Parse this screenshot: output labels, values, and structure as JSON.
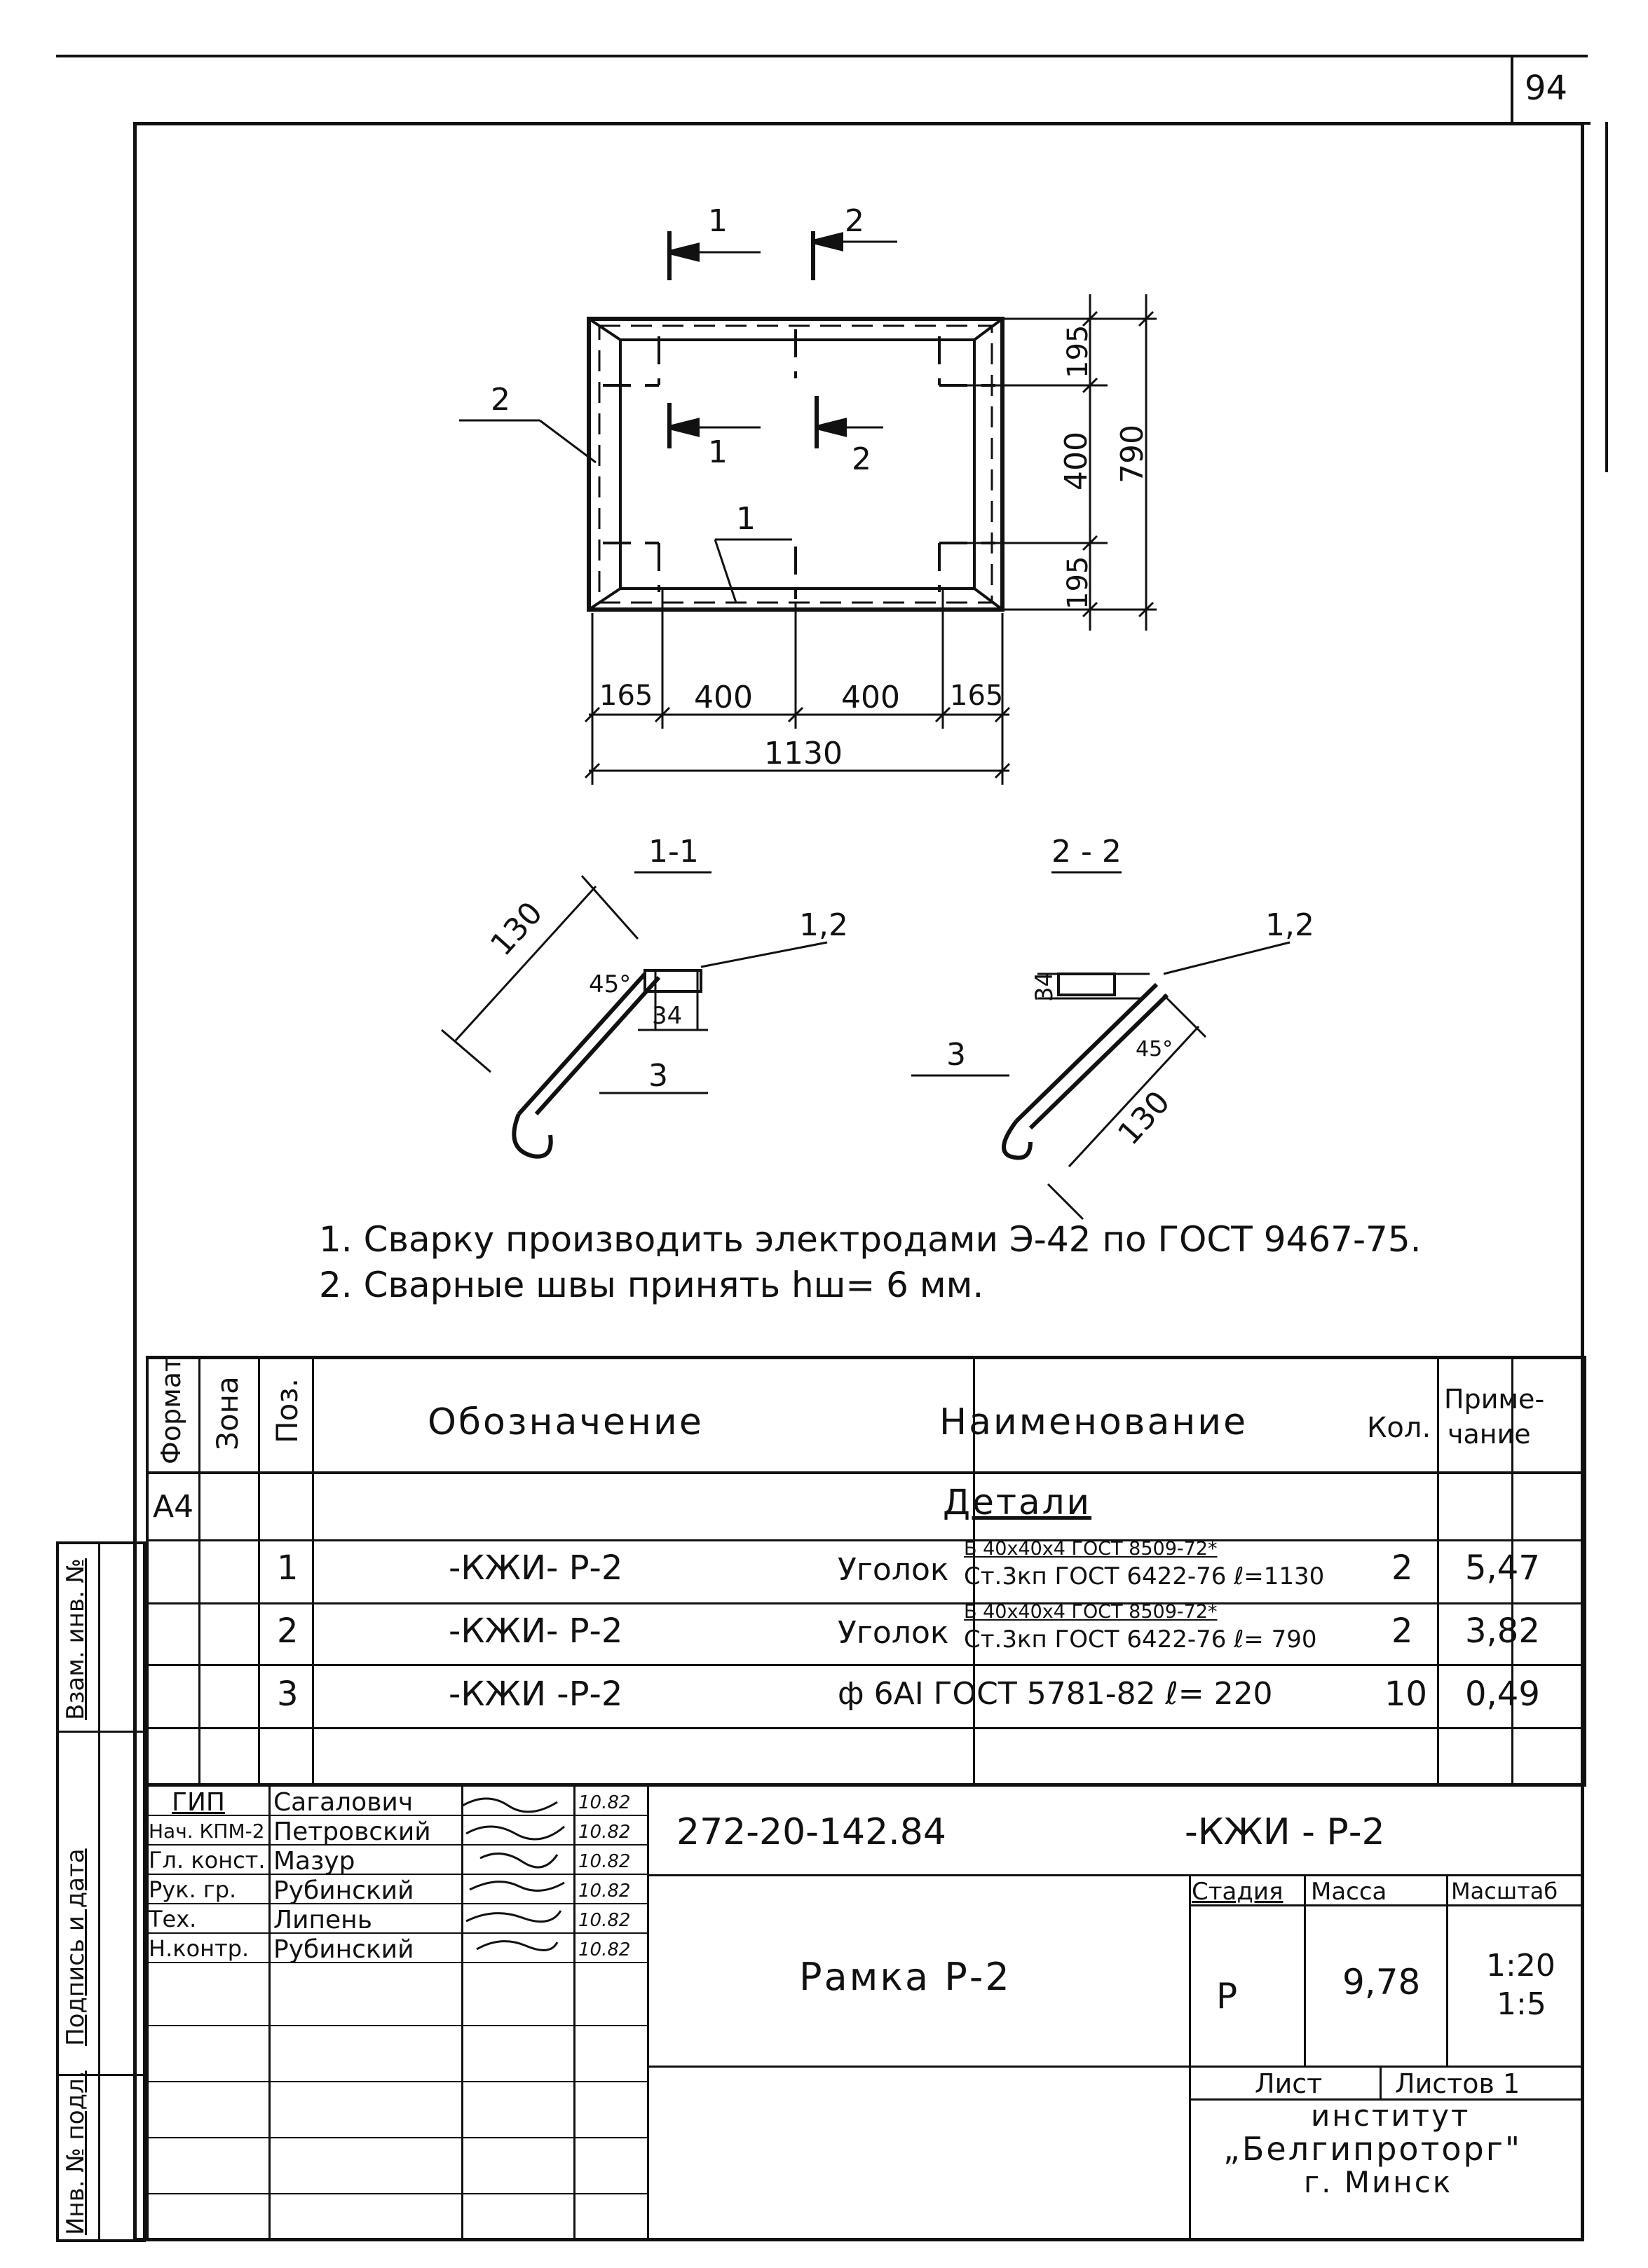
{
  "sheet_number": "94",
  "drawing": {
    "section_marks": [
      "1",
      "2"
    ],
    "position_labels": [
      "1",
      "2"
    ],
    "dims_horizontal": [
      "165",
      "400",
      "400",
      "165"
    ],
    "dim_total_width": "1130",
    "dims_vertical": [
      "195",
      "400",
      "195"
    ],
    "dim_total_height": "790",
    "section_1_title": "1-1",
    "section_2_title": "2 - 2",
    "section_dim_130": "130",
    "section_dim_34": "34",
    "section_angle": "45°",
    "section_pos_12": "1,2",
    "section_pos_3": "3"
  },
  "notes": [
    "1. Сварку производить электродами Э-42 по ГОСТ 9467-75.",
    "2. Сварные швы принять hш= 6 мм."
  ],
  "spec_table": {
    "headers": {
      "format": "Формат",
      "zone": "Зона",
      "pos": "Поз.",
      "designation": "Обозначение",
      "name": "Наименование",
      "qty": "Кол.",
      "note_line1": "Приме-",
      "note_line2": "чание"
    },
    "format_value": "А4",
    "section_title": "Детали",
    "rows": [
      {
        "pos": "1",
        "designation": "-КЖИ- Р-2",
        "name_prefix": "Уголок",
        "name_top": "Б 40х40х4 ГОСТ 8509-72*",
        "name_bottom": "Ст.3кп ГОСТ 6422-76 ℓ=1130",
        "qty": "2",
        "note": "5,47"
      },
      {
        "pos": "2",
        "designation": "-КЖИ- Р-2",
        "name_prefix": "Уголок",
        "name_top": "Б 40х40х4 ГОСТ 8509-72*",
        "name_bottom": "Ст.3кп ГОСТ 6422-76 ℓ= 790",
        "qty": "2",
        "note": "3,82"
      },
      {
        "pos": "3",
        "designation": "-КЖИ -Р-2",
        "name_full": "ф 6АI  ГОСТ 5781-82 ℓ= 220",
        "qty": "10",
        "note": "0,49"
      }
    ]
  },
  "side_stamps": [
    "Взам. инв. №",
    "Подпись и дата",
    "Инв. № подл."
  ],
  "title_block": {
    "doc_code": "272-20-142.84",
    "doc_mark": "-КЖИ - Р-2",
    "roles": [
      {
        "role": "ГИП",
        "name": "Сагалович",
        "date": "10.82"
      },
      {
        "role": "Нач. КПМ-2",
        "name": "Петровский",
        "date": "10.82"
      },
      {
        "role": "Гл. конст.",
        "name": "Мазур",
        "date": "10.82"
      },
      {
        "role": "Рук. гр.",
        "name": "Рубинский",
        "date": "10.82"
      },
      {
        "role": "Тех.",
        "name": "Липень",
        "date": "10.82"
      },
      {
        "role": "Н.контр.",
        "name": "Рубинский",
        "date": "10.82"
      }
    ],
    "product_name": "Рамка Р-2",
    "stage_label": "Стадия",
    "mass_label": "Масса",
    "scale_label": "Масштаб",
    "stage_value": "Р",
    "mass_value": "9,78",
    "scale_value_1": "1:20",
    "scale_value_2": "1:5",
    "sheet_label": "Лист",
    "sheets_label": "Листов 1",
    "org_line1": "институт",
    "org_line2": "„Белгипроторг\"",
    "org_line3": "г. Минск"
  }
}
